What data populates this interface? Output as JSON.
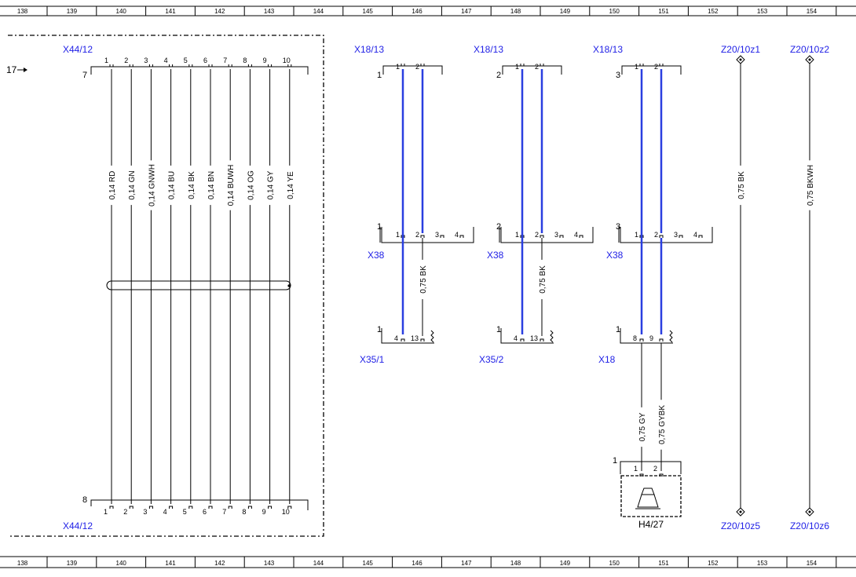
{
  "grid": {
    "columns": [
      "138",
      "139",
      "140",
      "141",
      "142",
      "143",
      "144",
      "145",
      "146",
      "147",
      "148",
      "149",
      "150",
      "151",
      "152",
      "153",
      "154"
    ]
  },
  "ref_arrow": "17",
  "colors": {
    "label_blue": "#1f1fe6",
    "wire_blue": "#2a3fe0",
    "ink": "#000000"
  },
  "x44": {
    "top_label": "X44/12",
    "bottom_label": "X44/12",
    "top_side": "7",
    "bottom_side": "8",
    "pins": [
      "1",
      "2",
      "3",
      "4",
      "5",
      "6",
      "7",
      "8",
      "9",
      "10"
    ],
    "wires": [
      "0,14 RD",
      "0,14 GN",
      "0,14 GNWH",
      "0,14 BU",
      "0,14 BK",
      "0,14 BN",
      "0,14 BUWH",
      "0,14 OG",
      "0,14 GY",
      "0,14 YE"
    ]
  },
  "groups": [
    {
      "top_label": "X18/13",
      "top_num": "1",
      "top_pins": [
        "1",
        "2"
      ],
      "mid_label": "X38",
      "mid_num": "1",
      "mid_pins": [
        "1",
        "2",
        "3",
        "4"
      ],
      "mid_wire": "0,75 BK",
      "bot_label": "X35/1",
      "bot_num": "1",
      "bot_pins": [
        "4",
        "13"
      ]
    },
    {
      "top_label": "X18/13",
      "top_num": "2",
      "top_pins": [
        "1",
        "2"
      ],
      "mid_label": "X38",
      "mid_num": "2",
      "mid_pins": [
        "1",
        "2",
        "3",
        "4"
      ],
      "mid_wire": "0,75 BK",
      "bot_label": "X35/2",
      "bot_num": "1",
      "bot_pins": [
        "4",
        "13"
      ]
    },
    {
      "top_label": "X18/13",
      "top_num": "3",
      "top_pins": [
        "1",
        "2"
      ],
      "mid_label": "X38",
      "mid_num": "3",
      "mid_pins": [
        "1",
        "2",
        "3",
        "4"
      ],
      "bot_label": "X18",
      "bot_num": "1",
      "bot_pins": [
        "8",
        "9"
      ],
      "lower_wires": [
        "0,75 GY",
        "0,75 GYBK"
      ],
      "horn": {
        "num": "1",
        "pins": [
          "1",
          "2"
        ],
        "label": "H4/27"
      }
    }
  ],
  "splices": [
    {
      "top_label": "Z20/10z1",
      "bottom_label": "Z20/10z5",
      "wire": "0,75 BK"
    },
    {
      "top_label": "Z20/10z2",
      "bottom_label": "Z20/10z6",
      "wire": "0,75 BKWH"
    }
  ]
}
